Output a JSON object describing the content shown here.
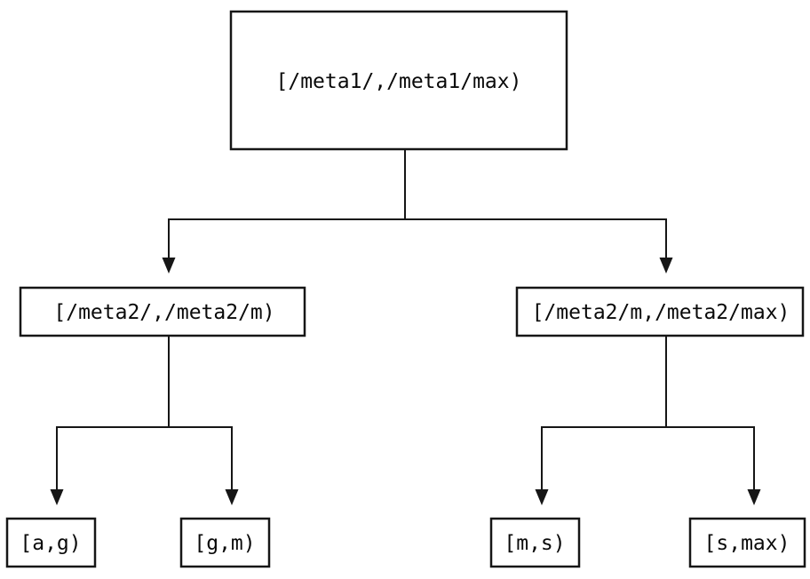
{
  "diagram": {
    "nodes": {
      "root": {
        "label": "[/meta1/,/meta1/max)"
      },
      "left": {
        "label": "[/meta2/,/meta2/m)"
      },
      "right": {
        "label": "[/meta2/m,/meta2/max)"
      },
      "leaf_ag": {
        "label": "[a,g)"
      },
      "leaf_gm": {
        "label": "[g,m)"
      },
      "leaf_ms": {
        "label": "[m,s)"
      },
      "leaf_smax": {
        "label": "[s,max)"
      }
    },
    "edges": [
      {
        "from": "root",
        "to": "left"
      },
      {
        "from": "root",
        "to": "right"
      },
      {
        "from": "left",
        "to": "leaf_ag"
      },
      {
        "from": "left",
        "to": "leaf_gm"
      },
      {
        "from": "right",
        "to": "leaf_ms"
      },
      {
        "from": "right",
        "to": "leaf_smax"
      }
    ],
    "colors": {
      "line": "#161616",
      "text": "#0a0a0a",
      "node_fill": "#ffffff",
      "background": "#ffffff"
    }
  }
}
